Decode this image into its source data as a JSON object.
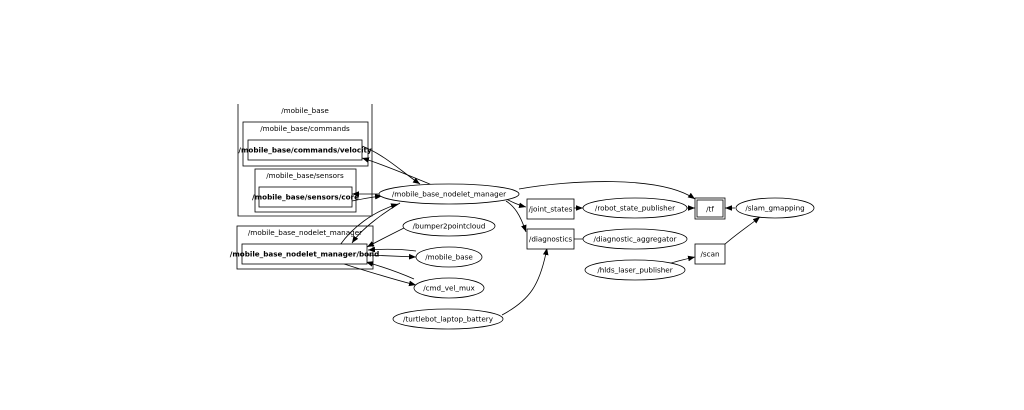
{
  "graph": {
    "clusters": {
      "mobile_base": "/mobile_base",
      "mobile_base_commands": "/mobile_base/commands",
      "mobile_base_sensors": "/mobile_base/sensors",
      "mobile_base_nodelet_manager": "/mobile_base_nodelet_manager"
    },
    "topics": {
      "commands_velocity": "/mobile_base/commands/velocity",
      "sensors_core": "/mobile_base/sensors/core",
      "nodelet_manager_bond": "/mobile_base_nodelet_manager/bond",
      "joint_states": "/joint_states",
      "diagnostics": "/diagnostics",
      "tf": "/tf",
      "scan": "/scan"
    },
    "nodes": {
      "mobile_base_nodelet_manager": "/mobile_base_nodelet_manager",
      "bumper2pointcloud": "/bumper2pointcloud",
      "mobile_base": "/mobile_base",
      "cmd_vel_mux": "/cmd_vel_mux",
      "turtlebot_laptop_battery": "/turtlebot_laptop_battery",
      "robot_state_publisher": "/robot_state_publisher",
      "diagnostic_aggregator": "/diagnostic_aggregator",
      "hlds_laser_publisher": "/hlds_laser_publisher",
      "slam_gmapping": "/slam_gmapping"
    }
  }
}
